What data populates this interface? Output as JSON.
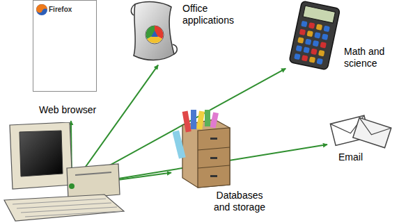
{
  "diagram": {
    "nodes": [
      {
        "text": [
          "Firefox",
          "Web browser"
        ]
      },
      {
        "text": [
          "Office applications"
        ]
      },
      {
        "text": [
          "Math and science"
        ]
      },
      {
        "text": [
          "Email"
        ]
      },
      {
        "text": [
          "Databases and storage"
        ]
      },
      {
        "text": []
      }
    ],
    "edges": [
      {
        "from": 5,
        "to": 0,
        "arrow": "to"
      },
      {
        "from": 5,
        "to": 1,
        "arrow": "to"
      },
      {
        "from": 5,
        "to": 2,
        "arrow": "to"
      },
      {
        "from": 5,
        "to": 3,
        "arrow": "to"
      },
      {
        "from": 5,
        "to": 4,
        "arrow": "to"
      }
    ]
  }
}
